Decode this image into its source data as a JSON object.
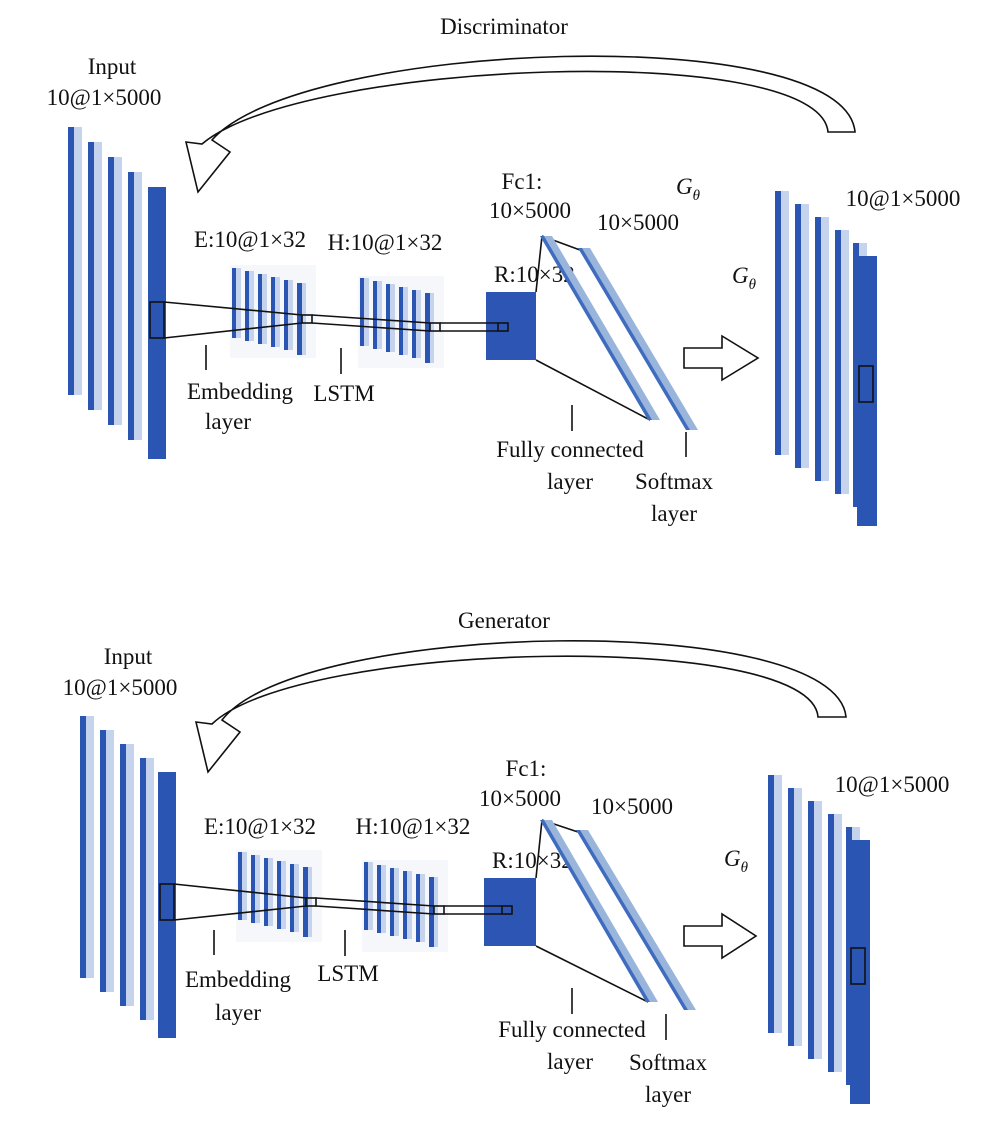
{
  "panels": [
    {
      "id": "discriminator",
      "title": "Discriminator",
      "input_label": "Input",
      "input_dims": "10@1×5000",
      "embedding_dims": "E:10@1×32",
      "lstm_dims": "H:10@1×32",
      "r_dims": "R:10×32",
      "fc1_label": "Fc1:",
      "fc1_dims": "10×5000",
      "softmax_dims": "10×5000",
      "g_theta_top": "G",
      "g_theta_mid": "G",
      "g_sub": "θ",
      "output_dims": "10@1×5000",
      "embedding_layer": [
        "Embedding",
        "layer"
      ],
      "lstm_layer": "LSTM",
      "fc_layer": [
        "Fully connected",
        "layer"
      ],
      "softmax_layer": [
        "Softmax",
        "layer"
      ]
    },
    {
      "id": "generator",
      "title": "Generator",
      "input_label": "Input",
      "input_dims": "10@1×5000",
      "embedding_dims": "E:10@1×32",
      "lstm_dims": "H:10@1×32",
      "r_dims": "R:10×32",
      "fc1_label": "Fc1:",
      "fc1_dims": "10×5000",
      "softmax_dims": "10×5000",
      "g_theta_mid": "G",
      "g_sub": "θ",
      "output_dims": "10@1×5000",
      "embedding_layer": [
        "Embedding",
        "layer"
      ],
      "lstm_layer": "LSTM",
      "fc_layer": [
        "Fully connected",
        "layer"
      ],
      "softmax_layer": [
        "Softmax",
        "layer"
      ]
    }
  ],
  "colors": {
    "layer_dark": "#2b55b3",
    "layer_light": "#c5d4ec",
    "fc_band": "#9ab5dc"
  }
}
